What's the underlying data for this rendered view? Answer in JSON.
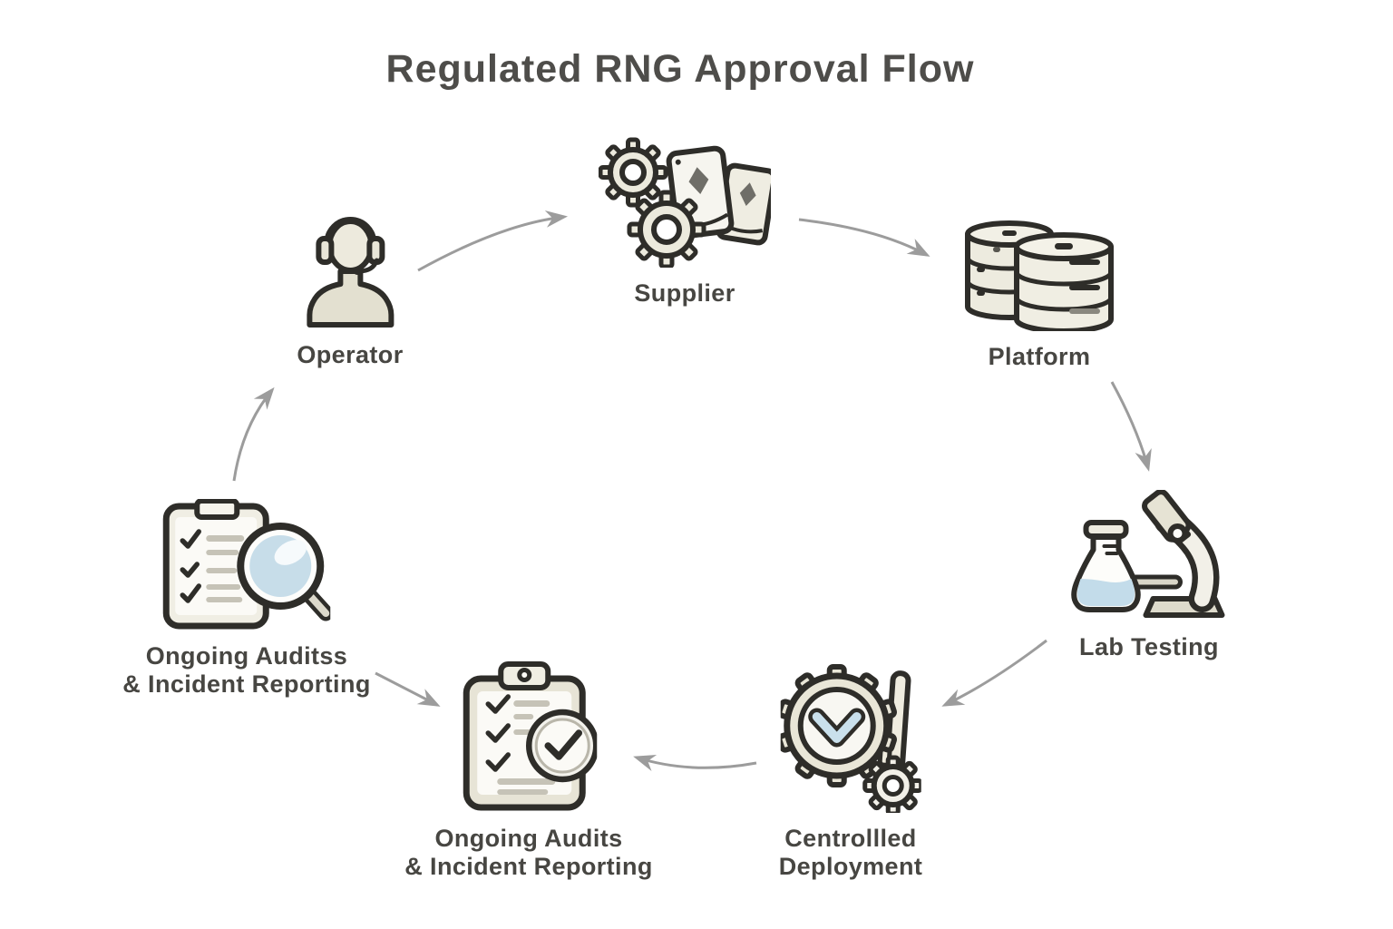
{
  "title": "Regulated RNG Approval Flow",
  "nodes": {
    "operator": {
      "label": "Operator",
      "icon": "operator-headset-icon"
    },
    "supplier": {
      "label": "Supplier",
      "icon": "gears-playing-cards-icon"
    },
    "platform": {
      "label": "Platform",
      "icon": "database-stack-icon"
    },
    "lab_testing": {
      "label": "Lab Testing",
      "icon": "flask-microscope-icon"
    },
    "controlled_deployment": {
      "label_line1": "Centrollled",
      "label_line2": "Deployment",
      "icon": "gear-checkmark-icon"
    },
    "ongoing_audits": {
      "label_line1": "Ongoing Audits",
      "label_line2": "& Incident Reporting",
      "icon": "clipboard-checklist-icon"
    },
    "ongoing_audits_left": {
      "label_line1": "Ongoing Auditss",
      "label_line2": "& Incident Reporting",
      "icon": "clipboard-magnifier-icon"
    }
  },
  "arrows": [
    {
      "from": "operator",
      "to": "supplier"
    },
    {
      "from": "supplier",
      "to": "platform"
    },
    {
      "from": "platform",
      "to": "lab_testing"
    },
    {
      "from": "lab_testing",
      "to": "controlled_deployment"
    },
    {
      "from": "controlled_deployment",
      "to": "ongoing_audits"
    },
    {
      "from": "ongoing_audits_left",
      "to": "ongoing_audits"
    },
    {
      "from": "ongoing_audits_left",
      "to": "operator"
    }
  ],
  "colors": {
    "background": "#ffffff",
    "outline": "#2e2d29",
    "icon_fill": "#e9e6d8",
    "accent_blue": "#c7dde9",
    "arrow_gray": "#9c9c9c",
    "label_text": "#474642",
    "title_text": "#4e4d4a"
  }
}
